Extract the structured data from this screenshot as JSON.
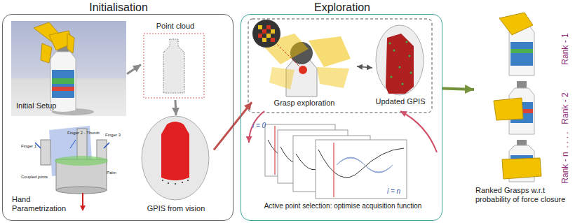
{
  "diagram": {
    "nodes": [
      {
        "text": [
          "Initialisation"
        ]
      },
      {
        "text": [
          "Initial Setup"
        ],
        "in": 0
      },
      {
        "text": [
          "Point cloud"
        ],
        "in": 0
      },
      {
        "text": [
          "Hand Parametrization"
        ],
        "in": 0
      },
      {
        "text": [
          "GPIS from vision"
        ],
        "in": 0
      },
      {
        "text": [
          "Exploration"
        ]
      },
      {
        "text": [
          "Grasp exploration"
        ],
        "in": 5
      },
      {
        "text": [
          "Updated GPIS"
        ],
        "in": 5
      },
      {
        "text": [
          "Active point selection: optimise acquisition function"
        ],
        "in": 5
      },
      {
        "text": [
          "Ranked Grasps w.r.t probability of force closure"
        ]
      }
    ],
    "edges": [
      {
        "from": 1,
        "to": 2,
        "arrow": "to"
      },
      {
        "from": 2,
        "to": 4,
        "arrow": "to"
      },
      {
        "from": 4,
        "to": 6,
        "arrow": "to"
      },
      {
        "from": 6,
        "to": 7,
        "arrow": "both"
      },
      {
        "from": 6,
        "to": 8,
        "arrow": "to"
      },
      {
        "from": 8,
        "to": 7,
        "arrow": "to"
      },
      {
        "from": 5,
        "to": 9,
        "arrow": "to"
      }
    ],
    "labels": [
      "Finger 2 - Thumb",
      "Finger 1",
      "Finger 3",
      "Palm",
      "Coupled joints",
      "i = 0",
      "i = n",
      "Rank - 1",
      "Rank - 2",
      ". . . .",
      "Rank - n"
    ]
  }
}
